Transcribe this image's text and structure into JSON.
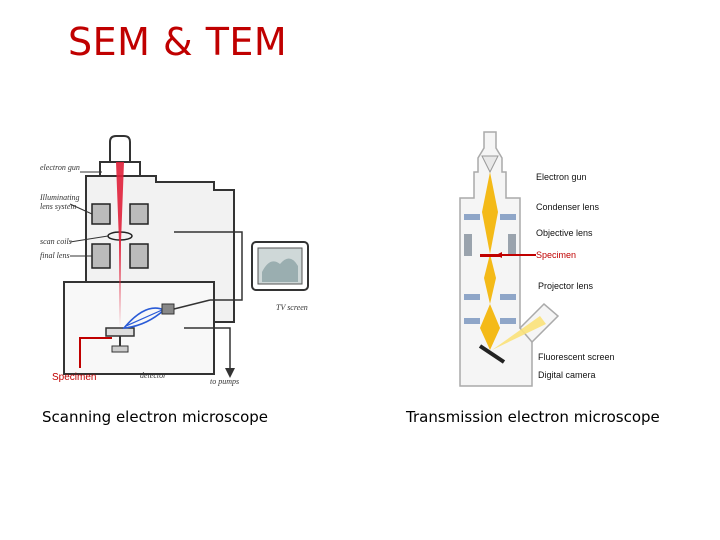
{
  "title": "SEM & TEM",
  "colors": {
    "title": "#c00000",
    "beam_sem": "#e0203a",
    "beam_tem": "#f4b400",
    "specimen_label": "#c00000",
    "detector_lines": "#2a5bd7"
  },
  "sem": {
    "caption": "Scanning electron microscope",
    "labels": {
      "electron_gun": "electron gun",
      "illuminating": "Illuminating",
      "lens_system": "lens system",
      "scan_coils": "scan coils",
      "final_lens": "final lens",
      "tv_screen": "TV screen",
      "specimen": "Specimen",
      "detector": "detector",
      "to_pumps": "to pumps"
    }
  },
  "tem": {
    "caption": "Transmission electron microscope",
    "labels": {
      "electron_gun": "Electron gun",
      "condenser_lens": "Condenser lens",
      "objective_lens": "Objective lens",
      "specimen": "Specimen",
      "projector_lens": "Projector lens",
      "fluorescent_screen": "Fluorescent screen",
      "digital_camera": "Digital camera"
    }
  }
}
